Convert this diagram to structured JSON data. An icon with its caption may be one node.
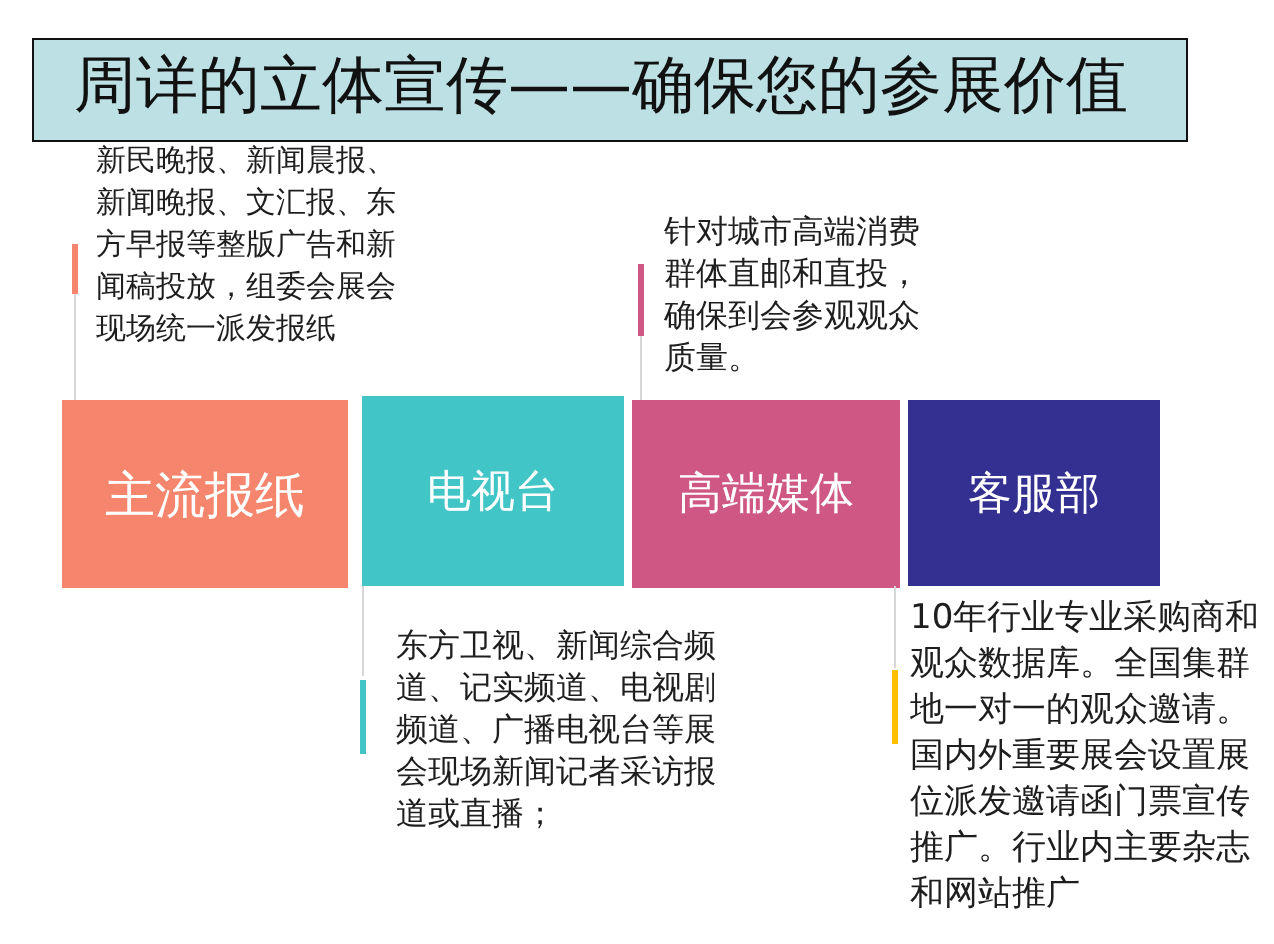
{
  "diagram": {
    "title": "周详的立体宣传——确保您的参展价值",
    "nodes": [
      {
        "text": [
          "主流报纸"
        ],
        "beside": [
          "新民晚报、新闻晨报、新闻晚报、文汇报、东方早报等整版广告和新闻稿投放，组委会展会现场统一派发报纸"
        ]
      },
      {
        "text": [
          "电视台"
        ],
        "beside": [
          "东方卫视、新闻综合频道、记实频道、电视剧频道、广播电视台等展会现场新闻记者采访报道或直播；"
        ]
      },
      {
        "text": [
          "高端媒体"
        ],
        "beside": [
          "针对城市高端消费群体直邮和直投，确保到会参观观众质量。"
        ]
      },
      {
        "text": [
          "客服部"
        ],
        "beside": [
          "10年行业专业采购商和观众数据库。全国集群地一对一的观众邀请。国内外重要展会设置展位派发邀请函门票宣传推广。行业内主要杂志和网站推广"
        ]
      }
    ]
  }
}
